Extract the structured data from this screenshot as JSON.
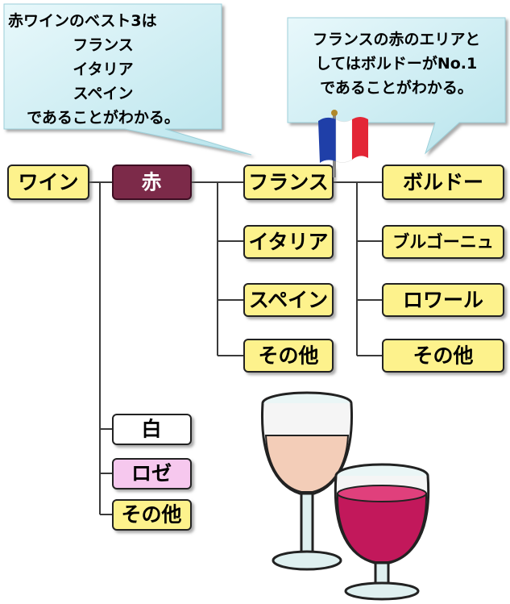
{
  "callouts": {
    "left": {
      "lines": [
        "赤ワインのベスト3は",
        "フランス",
        "イタリア",
        "スペイン",
        "であることがわかる。"
      ]
    },
    "right": {
      "lines": [
        "フランスの赤のエリアと",
        "してはボルドーがNo.1",
        "であることがわかる。"
      ]
    }
  },
  "nodes": {
    "wine": "ワイン",
    "red": "赤",
    "white": "白",
    "rose": "ロゼ",
    "other_type": "その他",
    "france": "フランス",
    "italy": "イタリア",
    "spain": "スペイン",
    "other_country": "その他",
    "bordeaux": "ボルドー",
    "bourgogne": "ブルゴーニュ",
    "loire": "ロワール",
    "other_region": "その他"
  },
  "colors": {
    "node_fill": "#fdf28c",
    "red_fill": "#7b2a49",
    "rose_fill": "#f6c8ee",
    "white_fill": "#ffffff",
    "callout_fill": "#d9f3f7",
    "line": "#3a3a3a",
    "wine_red": "#c2185b"
  },
  "icons": [
    "french-flag-icon",
    "wine-glasses-icon"
  ]
}
